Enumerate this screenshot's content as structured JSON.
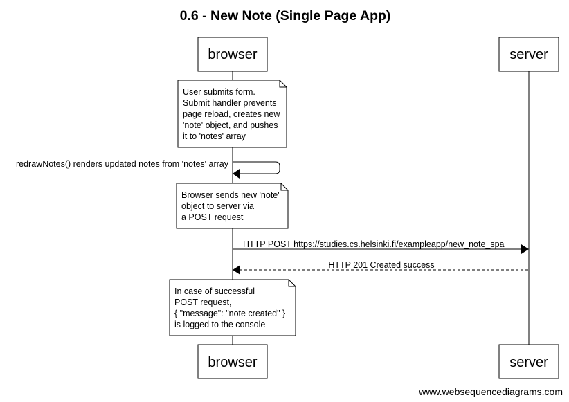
{
  "title": "0.6 - New Note (Single Page App)",
  "participants": [
    "browser",
    "server"
  ],
  "notes": [
    {
      "lines": [
        "User submits form.",
        "Submit handler prevents",
        "page reload, creates new",
        "'note' object, and pushes",
        "it to 'notes' array"
      ]
    },
    {
      "lines": [
        "Browser sends new 'note'",
        "object to server via",
        "a POST request"
      ]
    },
    {
      "lines": [
        "In case of successful",
        "POST request,",
        "{ \"message\": \"note created\" }",
        "is logged to the console"
      ]
    }
  ],
  "messages": {
    "self_call": "redrawNotes() renders updated notes from 'notes' array",
    "post_request": "HTTP POST https://studies.cs.helsinki.fi/exampleapp/new_note_spa",
    "response": "HTTP 201 Created success"
  },
  "watermark": "www.websequencediagrams.com"
}
